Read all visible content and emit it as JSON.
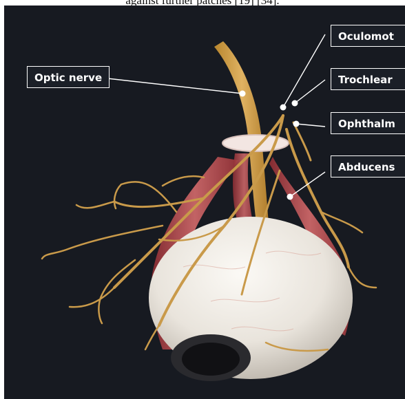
{
  "caption": "against further patches [19] [34].",
  "labels": {
    "optic_nerve": "Optic nerve",
    "oculomotor": "Oculomot",
    "trochlear": "Trochlear",
    "ophthalmic": "Ophthalm",
    "abducens": "Abducens"
  },
  "colors": {
    "background": "#171a21",
    "nerve": "#c99a4a",
    "muscle": "#c9555a",
    "eyeball": "#f1ede6",
    "label_border": "#ffffff"
  }
}
